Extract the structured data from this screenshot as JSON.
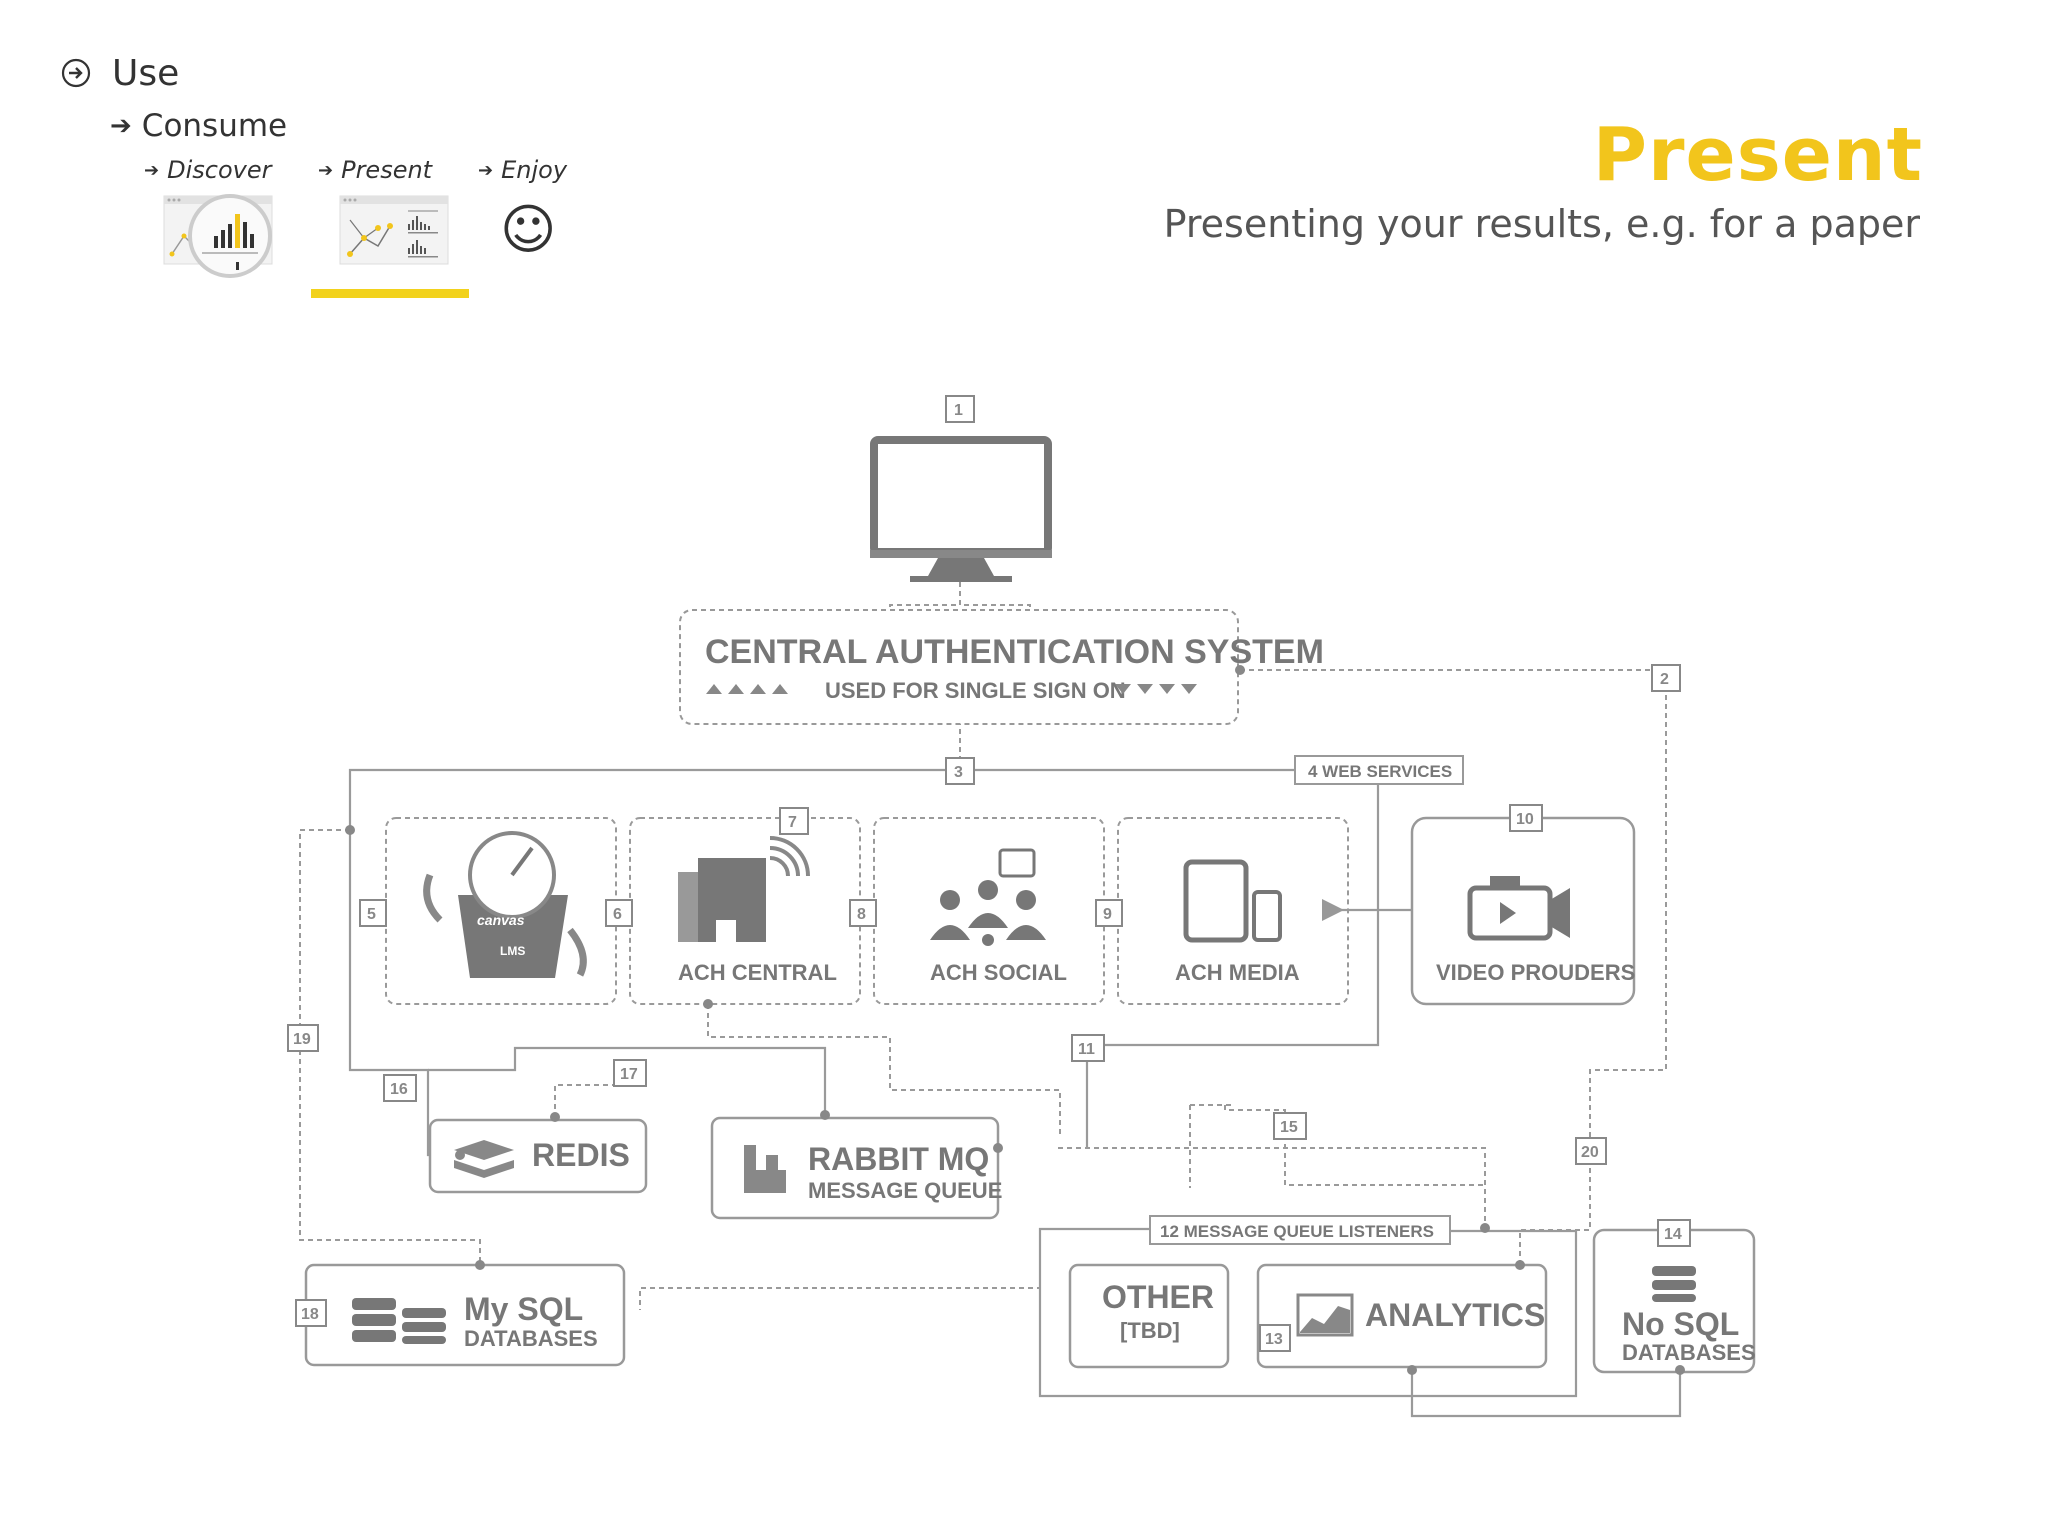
{
  "breadcrumb": {
    "use_label": "Use",
    "consume_label": "Consume",
    "steps": [
      {
        "label": "Discover"
      },
      {
        "label": "Present"
      },
      {
        "label": "Enjoy"
      }
    ],
    "active_step": "Present",
    "enjoy_glyph": "☺"
  },
  "header": {
    "title": "Present",
    "subtitle": "Presenting your results, e.g. for a paper"
  },
  "colors": {
    "accent": "#f2c51c",
    "diagram_gray": "#777777"
  },
  "diagram": {
    "nodes": {
      "cas_title": "CENTRAL AUTHENTICATION SYSTEM",
      "cas_sub": "USED FOR SINGLE SIGN ON",
      "web_services": "4  WEB SERVICES",
      "canvas_logo": "canvas",
      "canvas_lms": "LMS",
      "ach_central": "ACH CENTRAL",
      "ach_social": "ACH SOCIAL",
      "ach_media": "ACH MEDIA",
      "video_providers": "VIDEO PROUDERS",
      "redis": "REDIS",
      "rabbit_title": "RABBIT MQ",
      "rabbit_sub": "MESSAGE QUEUE",
      "mysql_title": "My SQL",
      "mysql_sub": "DATABASES",
      "listeners": "12  MESSAGE QUEUE LISTENERS",
      "other_title": "OTHER",
      "other_sub": "[TBD]",
      "analytics": "ANALYTICS",
      "nosql_title": "No SQL",
      "nosql_sub": "DATABASES"
    },
    "numbers": {
      "n1": "1",
      "n2": "2",
      "n3": "3",
      "n5": "5",
      "n6": "6",
      "n7": "7",
      "n8": "8",
      "n9": "9",
      "n10": "10",
      "n11": "11",
      "n13": "13",
      "n14": "14",
      "n15": "15",
      "n16": "16",
      "n17": "17",
      "n18": "18",
      "n19": "19",
      "n20": "20"
    }
  }
}
